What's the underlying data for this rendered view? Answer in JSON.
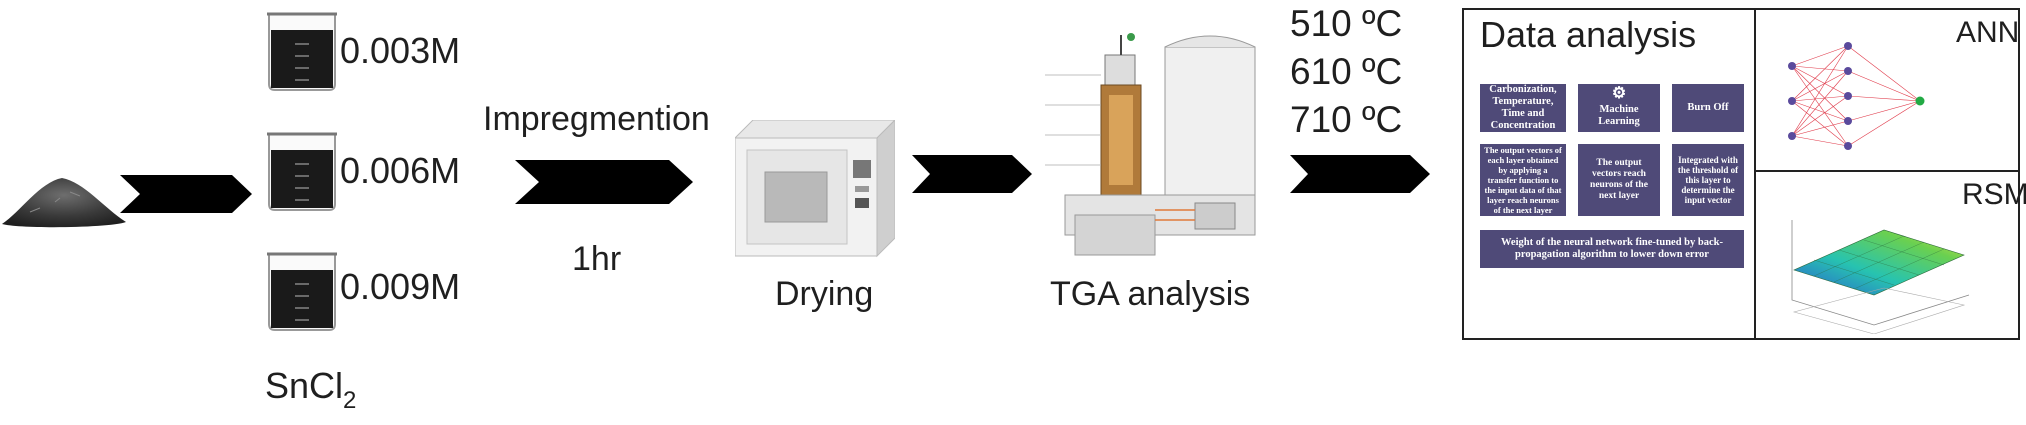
{
  "beakers": {
    "conc": [
      "0.003M",
      "0.006M",
      "0.009M"
    ],
    "reagent": "SnCl",
    "reagent_sub": "2"
  },
  "steps": {
    "impregnation": "Impregmention",
    "time": "1hr",
    "drying": "Drying",
    "tga": "TGA analysis"
  },
  "temperatures": [
    "510 ºC",
    "610 ºC",
    "710 ºC"
  ],
  "analysis": {
    "title": "Data analysis",
    "ann": "ANN",
    "rsm": "RSM",
    "flow": {
      "inputs": "Carbonization, Temperature, Time and Concentration",
      "ml": "Machine Learning",
      "burnoff": "Burn Off",
      "output_vector": "The output vectors of each layer obtained by applying a transfer function to the input data of that layer reach neurons of the next layer",
      "reach": "The output vectors reach neurons of the next layer",
      "integrated": "Integrated with the threshold of this layer to determine the input vector",
      "weight": "Weight of the neural network fine-tuned by back-propagation algorithm to lower down error"
    }
  },
  "colors": {
    "arrow": "#000000",
    "flow_box": "#4f4a78",
    "panel_border": "#222222",
    "ann_node": "#5a4a9c",
    "ann_output": "#22aa44",
    "ann_edge": "#e03a4a"
  },
  "icons": [
    "powder-pile",
    "beaker",
    "drying-oven",
    "tga-instrument",
    "arrow-right"
  ]
}
